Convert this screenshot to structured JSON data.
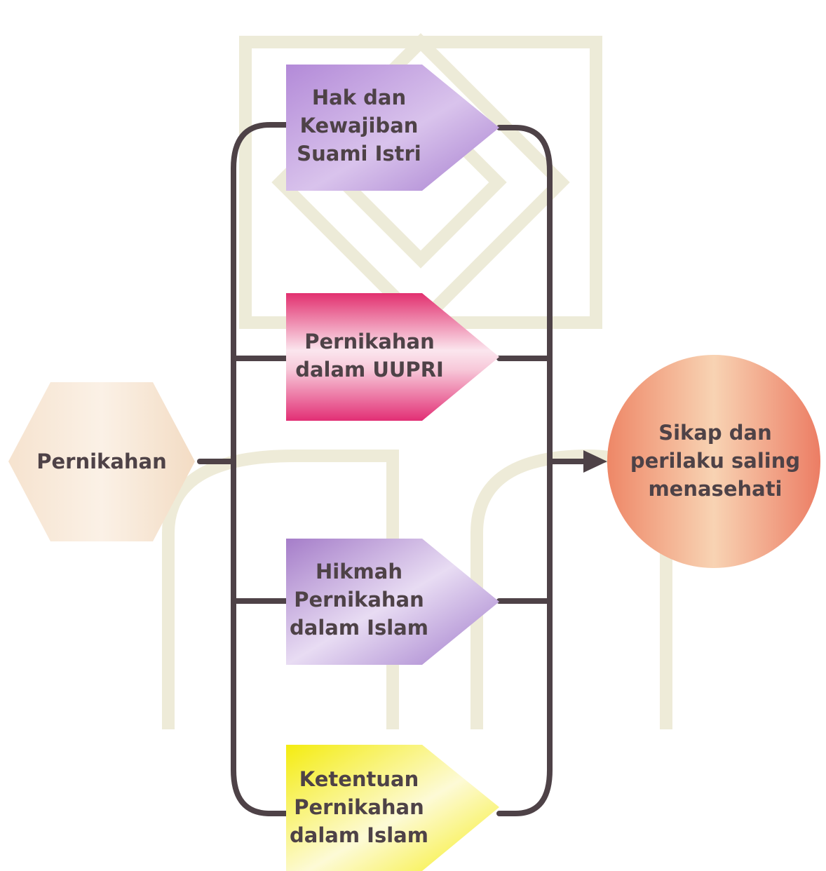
{
  "source_node": {
    "label": "Pernikahan",
    "color": "#f7e6d3"
  },
  "topic_nodes": [
    {
      "label": "Hak dan\nKewajiban\nSuami Istri",
      "color": "#b289d6",
      "icon": "purple-pentagon-arrow"
    },
    {
      "label": "Pernikahan\ndalam UUPRI",
      "color": "#e43378",
      "icon": "pink-pentagon-arrow"
    },
    {
      "label": "Hikmah\nPernikahan\ndalam Islam",
      "color": "#a57dc9",
      "icon": "purple-pentagon-arrow"
    },
    {
      "label": "Ketentuan\nPernikahan\ndalam Islam",
      "color": "#f5ee1a",
      "icon": "yellow-pentagon-arrow"
    }
  ],
  "result_node": {
    "label": "Sikap dan\nperilaku saling\nmenasehati",
    "color": "#ef8a6a"
  },
  "connector_color": "#4e4247",
  "watermark_color": "#eae8d6"
}
